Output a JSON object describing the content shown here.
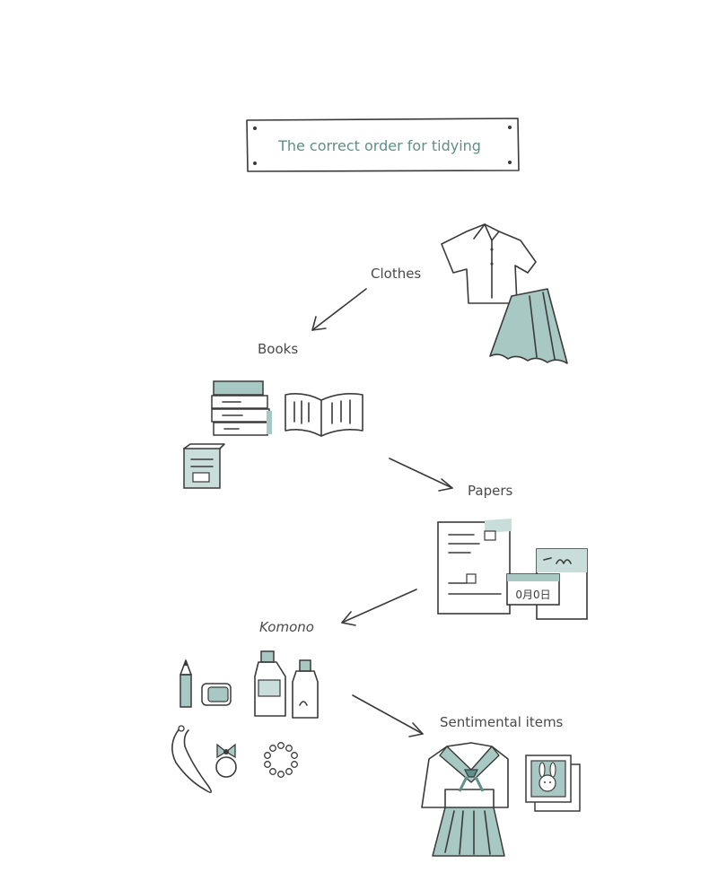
{
  "title": "The correct order for tidying",
  "steps": [
    {
      "label": "Clothes"
    },
    {
      "label": "Books"
    },
    {
      "label": "Papers"
    },
    {
      "label": "Komono"
    },
    {
      "label": "Sentimental items"
    }
  ],
  "calendar_text": "0月0日",
  "colors": {
    "accent": "#a8c8c4",
    "accent_dark": "#5e8f8a",
    "title_text": "#5e8f8a",
    "ink": "#3a3a3a"
  }
}
